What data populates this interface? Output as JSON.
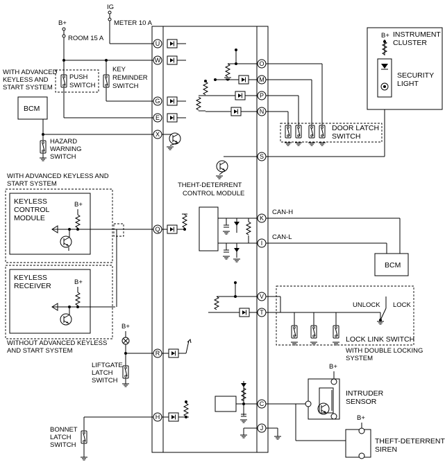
{
  "power": {
    "b_plus": "B+",
    "ig": "IG",
    "room_fuse": "ROOM 15 A",
    "meter_fuse": "METER 10 A"
  },
  "module": {
    "label_line1": "THEHT-DETERRENT",
    "label_line2": "CONTROL MODULE"
  },
  "pins_left": [
    "U",
    "W",
    "G",
    "E",
    "X",
    "Q",
    "R",
    "H"
  ],
  "pins_right": [
    "O",
    "M",
    "P",
    "N",
    "S",
    "K",
    "I",
    "V",
    "T",
    "C",
    "J"
  ],
  "components": {
    "with_adv_keyless_top": [
      "WITH ADVANCED",
      "KEYLESS AND",
      "START SYSTEM"
    ],
    "push_switch": [
      "PUSH",
      "SWITCH"
    ],
    "key_reminder_switch": [
      "KEY",
      "REMINDER",
      "SWITCH"
    ],
    "bcm": "BCM",
    "hazard_warning_switch": [
      "HAZARD",
      "WARNING",
      "SWITCH"
    ],
    "with_adv_keyless_mid": [
      "WITH ADVANCED KEYLESS AND",
      "START SYSTEM"
    ],
    "keyless_control_module": [
      "KEYLESS",
      "CONTROL",
      "MODULE"
    ],
    "keyless_receiver": [
      "KEYLESS",
      "RECEIVER"
    ],
    "without_adv_keyless": [
      "WITHOUT ADVANCED KEYLESS",
      "AND START SYSTEM"
    ],
    "liftgate_latch_switch": [
      "LIFTGATE",
      "LATCH",
      "SWITCH"
    ],
    "bonnet_latch_switch": [
      "BONNET",
      "LATCH",
      "SWITCH"
    ],
    "instrument_cluster": [
      "INSTRUMENT",
      "CLUSTER"
    ],
    "security_light": [
      "SECURITY",
      "LIGHT"
    ],
    "door_latch_switch": [
      "DOOR LATCH",
      "SWITCH"
    ],
    "can_h": "CAN-H",
    "can_l": "CAN-L",
    "bcm_right": "BCM",
    "unlock": "UNLOCK",
    "lock": "LOCK",
    "lock_link_switch": "LOCK LINK SWITCH",
    "with_double_locking": [
      "WITH DOUBLE LOCKING",
      "SYSTEM"
    ],
    "intruder_sensor": [
      "INTRUDER",
      "SENSOR"
    ],
    "theft_deterrent_siren": [
      "THEFT-DETERRENT",
      "SIREN"
    ]
  }
}
